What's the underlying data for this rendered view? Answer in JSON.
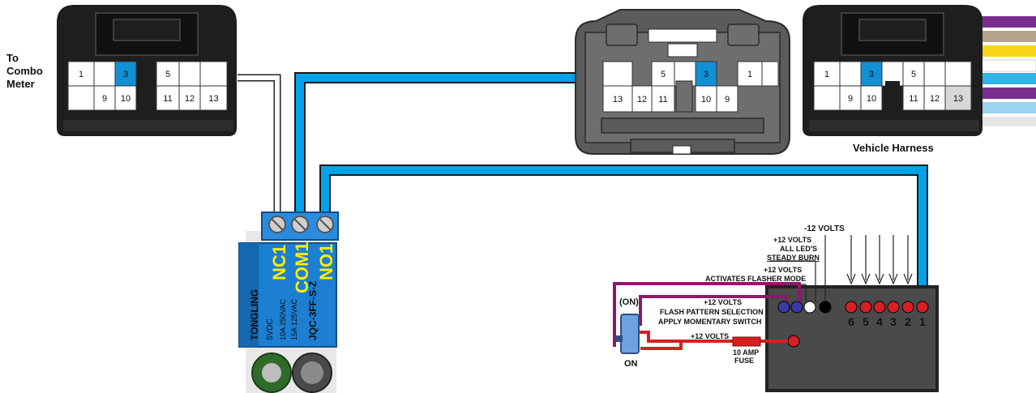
{
  "labels": {
    "combo_meter": [
      "To",
      "Combo",
      "Meter"
    ],
    "vehicle_harness": "Vehicle Harness"
  },
  "left_connector": {
    "top_row": [
      "1",
      "",
      "3",
      "5",
      "",
      ""
    ],
    "bottom_row": [
      "",
      "9",
      "10",
      "11",
      "12",
      "13"
    ]
  },
  "middle_connector": {
    "top_row": [
      "",
      "5",
      "",
      "3",
      "1",
      ""
    ],
    "bottom_row": [
      "13",
      "12",
      "11",
      "10",
      "9"
    ]
  },
  "right_connector": {
    "top_row": [
      "1",
      "3",
      "5"
    ],
    "bottom_row": [
      "9",
      "10",
      "11",
      "12",
      "13"
    ]
  },
  "relay": {
    "terminals": [
      "NC1",
      "COM1",
      "NO1"
    ],
    "body_text": [
      "TONGLING",
      "5VDC",
      "10A 250VAC",
      "15A 125VAC",
      "JQC-3FF-S-Z"
    ]
  },
  "controller": {
    "annotations": {
      "minus12": "-12 VOLTS",
      "steady_burn": [
        "+12 VOLTS",
        "ALL LED'S",
        "STEADY BURN"
      ],
      "flasher_mode": [
        "+12 VOLTS",
        "ACTIVATES FLASHER MODE"
      ],
      "flash_pattern": [
        "+12 VOLTS",
        "FLASH PATTERN SELECTION",
        "APPLY MOMENTARY SWITCH"
      ],
      "fuse_volts": "+12 VOLTS",
      "fuse": [
        "10 AMP",
        "FUSE"
      ]
    },
    "outputs": [
      "6",
      "5",
      "4",
      "3",
      "2",
      "1"
    ]
  },
  "switch": {
    "top": "(ON)",
    "bottom": "ON"
  },
  "colors": {
    "wire_blue": "#00a2e8",
    "wire_border": "#1a1a1a",
    "connector_dark": "#1e1e1e",
    "connector_grey": "#5b5b5b",
    "highlight_pin": "#1190d6",
    "relay_blue": "#1c7fd1",
    "relay_text": "#ffee00",
    "led_red": "#d81f26",
    "led_blue": "#3a3aa8",
    "purple_wire": "#8b1a6b",
    "red_wire": "#d62020"
  }
}
